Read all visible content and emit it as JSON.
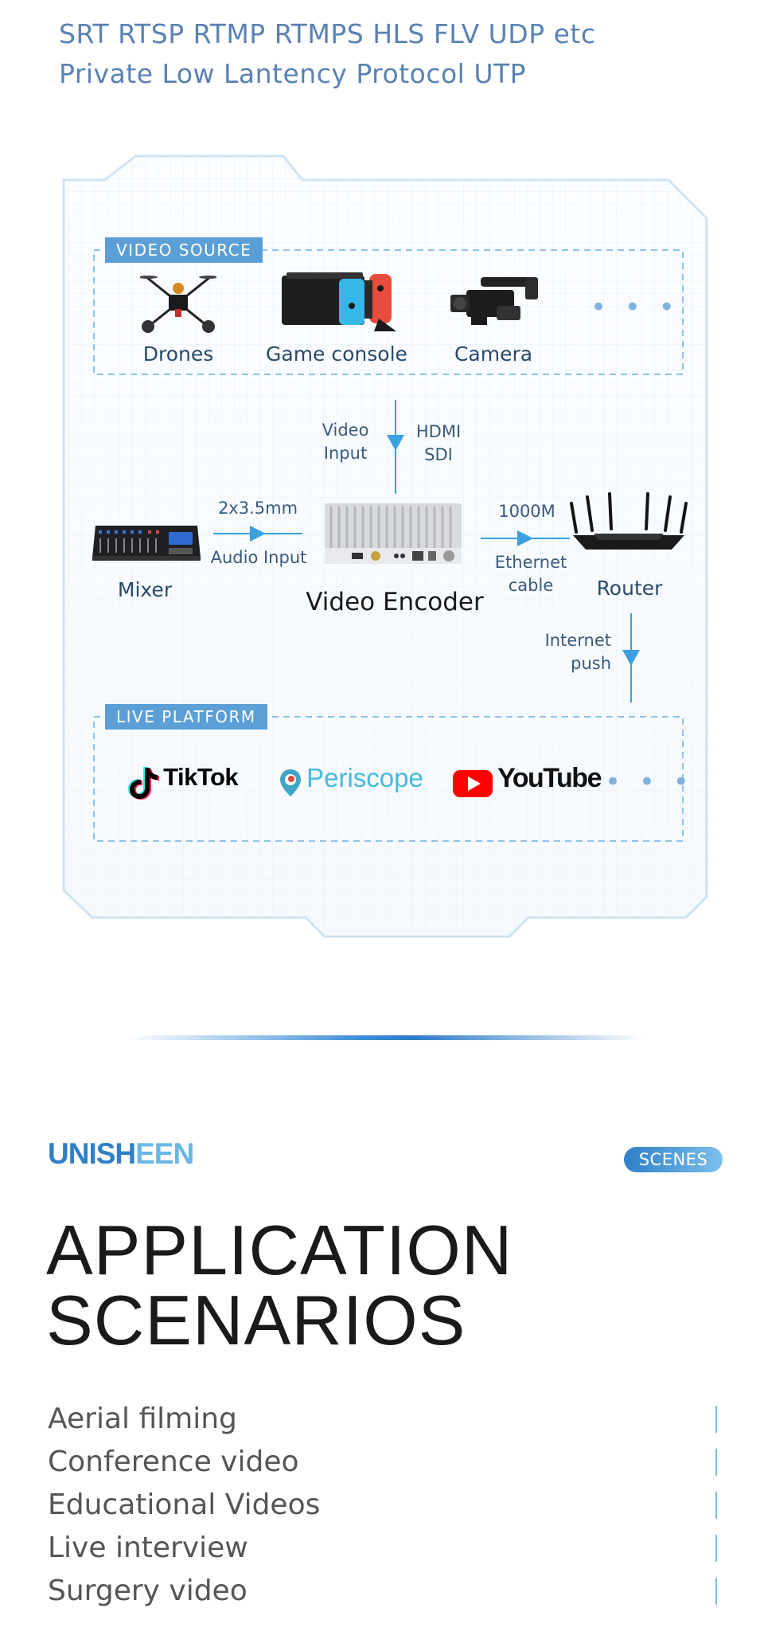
{
  "protocols": {
    "line1": "SRT RTSP RTMP RTMPS HLS FLV UDP etc",
    "line2": "Private Low Lantency Protocol UTP"
  },
  "diagram": {
    "video_source": {
      "tag": "VIDEO SOURCE",
      "devices": [
        {
          "label": "Drones",
          "icon": "drone-icon"
        },
        {
          "label": "Game console",
          "icon": "game-console-icon"
        },
        {
          "label": "Camera",
          "icon": "camera-icon"
        }
      ],
      "more": "• • •"
    },
    "input": {
      "left_label": "Video\nInput",
      "right_label": "HDMI\nSDI"
    },
    "mixer": {
      "label": "Mixer",
      "link_top": "2x3.5mm",
      "link_bottom": "Audio Input"
    },
    "encoder": {
      "label": "Video Encoder"
    },
    "router": {
      "label": "Router",
      "link_top": "1000M",
      "link_bottom": "Ethernet\ncable"
    },
    "push": {
      "label": "Internet\npush"
    },
    "live_platform": {
      "tag": "LIVE PLATFORM",
      "platforms": [
        {
          "name": "TikTok",
          "icon": "tiktok-logo-icon"
        },
        {
          "name": "Periscope",
          "icon": "periscope-logo-icon"
        },
        {
          "name": "YouTube",
          "icon": "youtube-logo-icon"
        }
      ],
      "more": "• • •"
    },
    "colors": {
      "accent": "#5b9fd6",
      "arrow": "#3aa0e0",
      "frame": "#c9dff2"
    }
  },
  "brand": {
    "part1": "UNISH",
    "part2": "EEN",
    "badge": "SCENES"
  },
  "title": {
    "line1": "APPLICATION",
    "line2": "SCENARIOS"
  },
  "scenarios": [
    "Aerial filming",
    "Conference video",
    "Educational Videos",
    "Live interview",
    "Surgery video"
  ]
}
